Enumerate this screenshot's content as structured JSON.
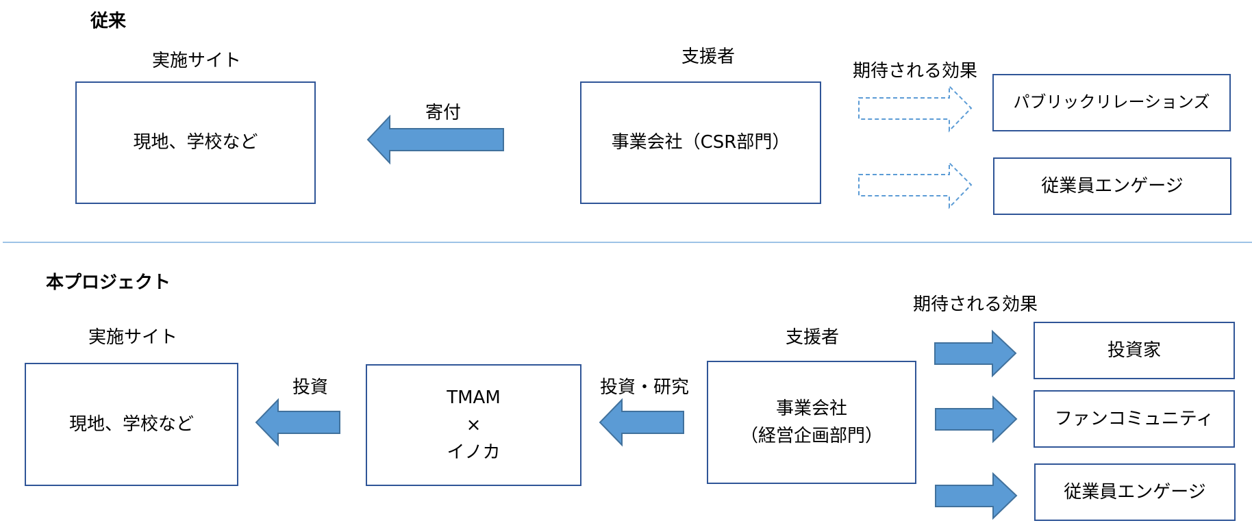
{
  "top": {
    "section_title": "従来",
    "site_heading": "実施サイト",
    "site_box": "現地、学校など",
    "flow_label": "寄付",
    "supporter_heading": "支援者",
    "supporter_box": "事業会社（CSR部門）",
    "effects_heading": "期待される効果",
    "effects": [
      "パブリックリレーションズ",
      "従業員エンゲージ"
    ]
  },
  "bottom": {
    "section_title": "本プロジェクト",
    "site_heading": "実施サイト",
    "site_box": "現地、学校など",
    "flow_label_left": "投資",
    "middle_box": [
      "TMAM",
      "×",
      "イノカ"
    ],
    "flow_label_right": "投資・研究",
    "supporter_heading": "支援者",
    "supporter_box": [
      "事業会社",
      "（経営企画部門）"
    ],
    "effects_heading": "期待される効果",
    "effects": [
      "投資家",
      "ファンコミュニティ",
      "従業員エンゲージ"
    ]
  },
  "colors": {
    "box_border": "#2f5597",
    "arrow_fill": "#5b9bd5",
    "arrow_stroke": "#41719c",
    "divider": "#9dc3e6"
  }
}
